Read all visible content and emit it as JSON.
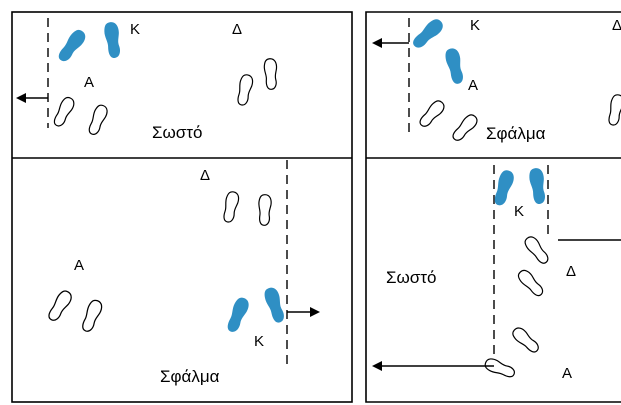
{
  "labels": {
    "k": "Κ",
    "a": "Α",
    "d": "Δ"
  },
  "captions": {
    "top_left": "Σωστό",
    "top_right": "Σφάλμα",
    "bottom_left": "Σφάλμα",
    "bottom_right": "Σωστό"
  },
  "colors": {
    "blue_foot": "#2f8fc4",
    "line": "#000000"
  }
}
